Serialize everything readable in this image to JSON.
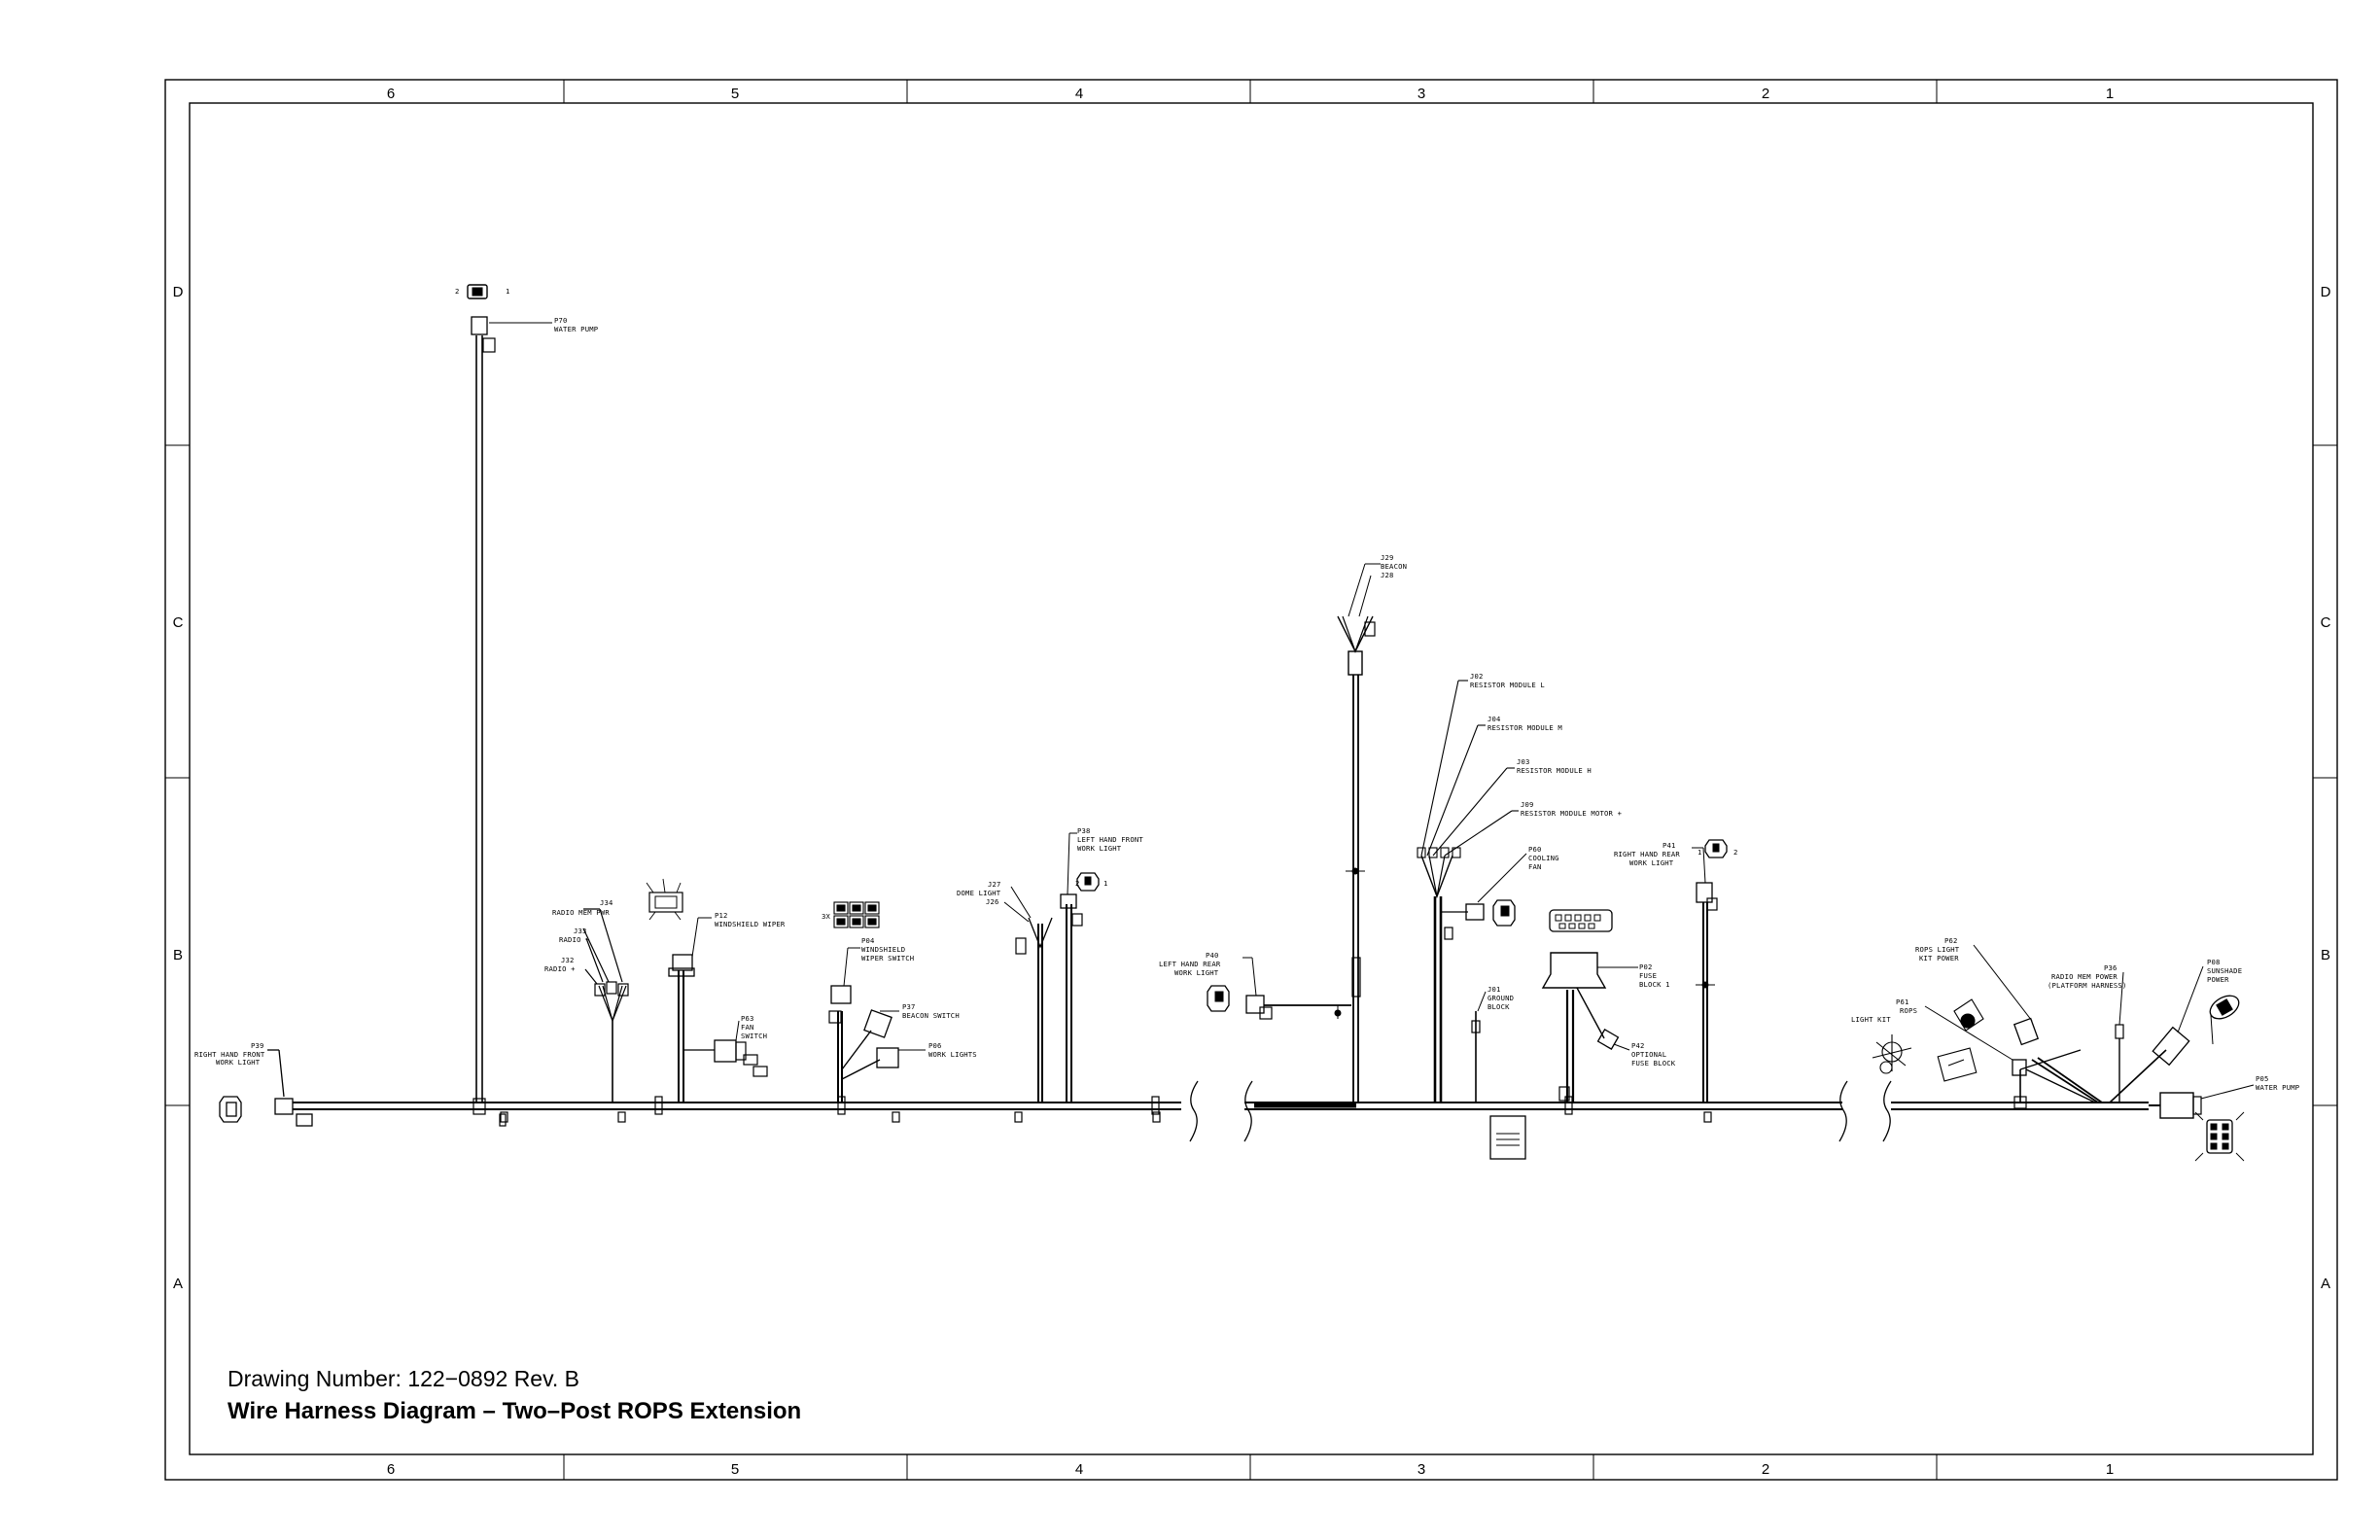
{
  "sheet": {
    "columns_top": [
      "6",
      "5",
      "4",
      "3",
      "2",
      "1"
    ],
    "columns_bottom": [
      "6",
      "5",
      "4",
      "3",
      "2",
      "1"
    ],
    "rows_left": [
      "D",
      "C",
      "B",
      "A"
    ],
    "rows_right": [
      "D",
      "C",
      "B",
      "A"
    ]
  },
  "title_block": {
    "drawing_number": "Drawing Number: 122−0892 Rev. B",
    "title": "Wire Harness Diagram – Two–Post ROPS Extension"
  },
  "labels": {
    "p70": "P70",
    "p70_desc": "WATER PUMP",
    "p70_pin2": "2",
    "p70_pin1": "1",
    "p39": "P39",
    "p39_desc1": "RIGHT HAND FRONT",
    "p39_desc2": "WORK LIGHT",
    "j34": "J34",
    "j34_desc": "RADIO MEM PWR",
    "j33": "J33",
    "j33_desc": "RADIO −",
    "j32": "J32",
    "j32_desc": "RADIO +",
    "p12": "P12",
    "p12_desc": "WINDSHIELD WIPER",
    "p63": "P63",
    "p63_desc1": "FAN",
    "p63_desc2": "SWITCH",
    "p04": "P04",
    "p04_desc1": "WINDSHIELD",
    "p04_desc2": "WIPER SWITCH",
    "p37": "P37",
    "p37_desc": "BEACON SWITCH",
    "p06": "P06",
    "p06_desc": "WORK LIGHTS",
    "qty_3x": "3X",
    "j27": "J27",
    "j27_desc": "DOME LIGHT",
    "j26": "J26",
    "p38": "P38",
    "p38_desc1": "LEFT HAND FRONT",
    "p38_desc2": "WORK LIGHT",
    "p40": "P40",
    "p40_desc1": "LEFT HAND REAR",
    "p40_desc2": "WORK LIGHT",
    "j29": "J29",
    "j29_desc": "BEACON",
    "j28": "J28",
    "j02": "J02",
    "j02_desc": "RESISTOR MODULE L",
    "j04": "J04",
    "j04_desc": "RESISTOR MODULE M",
    "j03": "J03",
    "j03_desc": "RESISTOR MODULE H",
    "j09": "J09",
    "j09_desc": "RESISTOR MODULE MOTOR +",
    "p60": "P60",
    "p60_desc1": "COOLING",
    "p60_desc2": "FAN",
    "p02": "P02",
    "p02_desc1": "FUSE",
    "p02_desc2": "BLOCK 1",
    "j01": "J01",
    "j01_desc1": "GROUND",
    "j01_desc2": "BLOCK",
    "p42": "P42",
    "p42_desc1": "OPTIONAL",
    "p42_desc2": "FUSE BLOCK",
    "p41": "P41",
    "p41_desc1": "RIGHT HAND REAR",
    "p41_desc2": "WORK LIGHT",
    "p62": "P62",
    "p62_desc1": "ROPS LIGHT",
    "p62_desc2": "KIT POWER",
    "p61": "P61",
    "p61_desc1": "ROPS",
    "p61_desc2": "LIGHT KIT",
    "p36": "P36",
    "p36_desc1": "RADIO MEM POWER",
    "p36_desc2": "(PLATFORM HARNESS)",
    "p08": "P08",
    "p08_desc1": "SUNSHADE",
    "p08_desc2": "POWER",
    "p05": "P05",
    "p05_desc": "WATER PUMP",
    "pin1": "1",
    "pin2": "2"
  }
}
